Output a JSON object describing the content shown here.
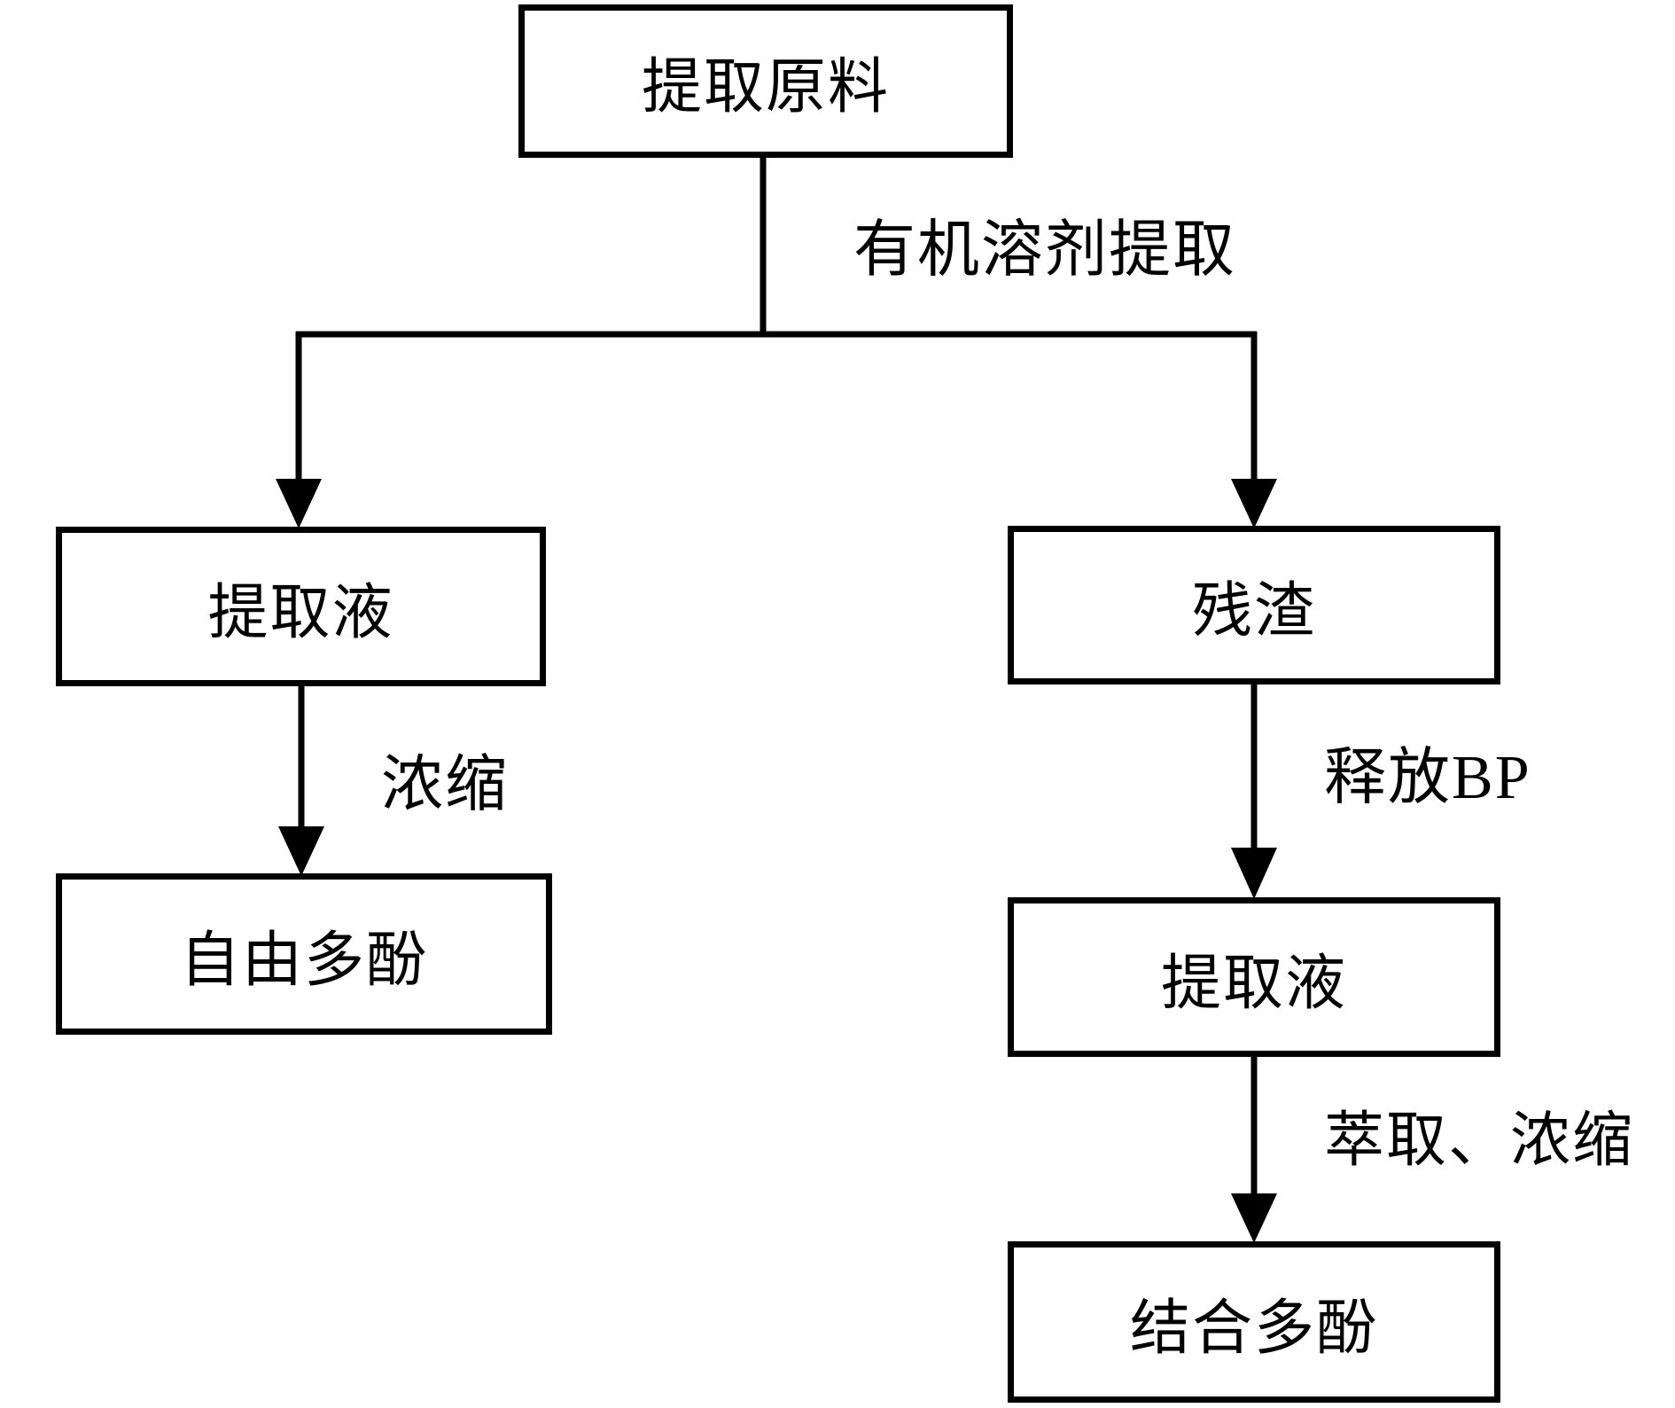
{
  "diagram": {
    "nodes": {
      "raw_material": "提取原料",
      "extract_left": "提取液",
      "free_polyphenol": "自由多酚",
      "residue": "残渣",
      "extract_right": "提取液",
      "bound_polyphenol": "结合多酚"
    },
    "edge_labels": {
      "organic_solvent_extraction": "有机溶剂提取",
      "concentration": "浓缩",
      "release_bp": "释放BP",
      "extraction_concentration": "萃取、浓缩"
    },
    "colors": {
      "line": "#000000",
      "box_border": "#000000",
      "text": "#000000",
      "background": "#ffffff"
    }
  }
}
